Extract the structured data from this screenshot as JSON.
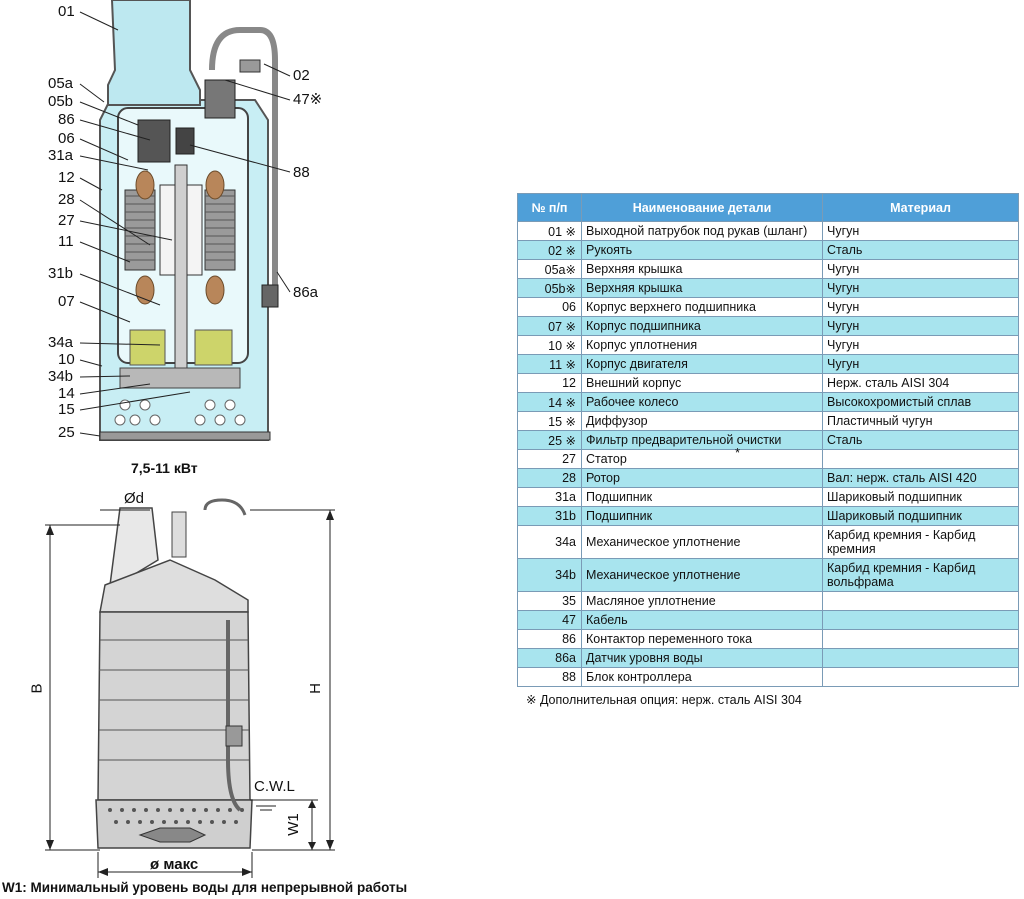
{
  "section_caption": "7,5-11 кВт",
  "footer_caption": "W1: Минимальный уровень воды для непрерывной работы",
  "callouts_left": [
    "01",
    "05a",
    "05b",
    "86",
    "06",
    "31a",
    "12",
    "28",
    "27",
    "11",
    "31b",
    "07",
    "34a",
    "10",
    "34b",
    "14",
    "15",
    "25"
  ],
  "callouts_right": [
    "02",
    "47※",
    "88",
    "86a"
  ],
  "dimensions": {
    "d": "Ød",
    "B": "B",
    "H": "H",
    "cwl": "C.W.L",
    "w1": "W1",
    "dmax": "ø макс"
  },
  "table": {
    "headers": [
      "№ п/п",
      "Наименование детали",
      "Материал"
    ],
    "rows": [
      {
        "num": "01 ※",
        "name": "Выходной патрубок под рукав (шланг)",
        "material": "Чугун"
      },
      {
        "num": "02 ※",
        "name": "Рукоять",
        "material": "Сталь"
      },
      {
        "num": "05a※",
        "name": "Верхняя крышка",
        "material": "Чугун"
      },
      {
        "num": "05b※",
        "name": "Верхняя крышка",
        "material": "Чугун"
      },
      {
        "num": "06",
        "name": "Корпус верхнего подшипника",
        "material": "Чугун"
      },
      {
        "num": "07 ※",
        "name": "Корпус подшипника",
        "material": "Чугун"
      },
      {
        "num": "10 ※",
        "name": "Корпус уплотнения",
        "material": "Чугун"
      },
      {
        "num": "11 ※",
        "name": "Корпус двигателя",
        "material": "Чугун"
      },
      {
        "num": "12",
        "name": "Внешний корпус",
        "material": "Нерж. сталь AISI 304"
      },
      {
        "num": "14 ※",
        "name": "Рабочее колесо",
        "material": "Высокохромистый сплав"
      },
      {
        "num": "15 ※",
        "name": "Диффузор",
        "material": "Пластичный чугун"
      },
      {
        "num": "25 ※",
        "name": "Фильтр предварительной очистки",
        "material": "Сталь"
      },
      {
        "num": "27",
        "name": "Статор",
        "material": ""
      },
      {
        "num": "28",
        "name": "Ротор",
        "material": "Вал: нерж. сталь AISI 420"
      },
      {
        "num": "31a",
        "name": "Подшипник",
        "material": "Шариковый подшипник"
      },
      {
        "num": "31b",
        "name": "Подшипник",
        "material": "Шариковый подшипник"
      },
      {
        "num": "34a",
        "name": "Механическое уплотнение",
        "material": "Карбид кремния - Карбид кремния"
      },
      {
        "num": "34b",
        "name": "Механическое уплотнение",
        "material": "Карбид кремния - Карбид вольфрама"
      },
      {
        "num": "35",
        "name": "Масляное уплотнение",
        "material": ""
      },
      {
        "num": "47",
        "name": "Кабель",
        "material": ""
      },
      {
        "num": "86",
        "name": "Контактор переменного тока",
        "material": ""
      },
      {
        "num": "86a",
        "name": "Датчик уровня воды",
        "material": ""
      },
      {
        "num": "88",
        "name": "Блок контроллера",
        "material": ""
      }
    ],
    "star_mark": "*"
  },
  "note": "※ Дополнительная опция: нерж. сталь AISI 304"
}
